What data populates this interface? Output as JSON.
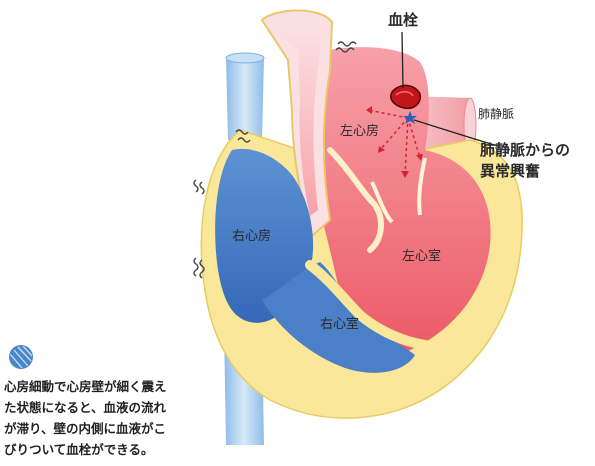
{
  "labels": {
    "thrombus": "血栓",
    "pulmonary_vein": "肺静脈",
    "ectopic_line1": "肺静脈からの",
    "ectopic_line2": "異常興奮",
    "left_atrium": "左心房",
    "left_ventricle": "左心室",
    "right_atrium": "右心房",
    "right_ventricle": "右心室"
  },
  "caption": {
    "lines": [
      "心房細動で心房壁が細く震え",
      "た状態になると、血液の流れ",
      "が滞り、壁の内側に血液がこ",
      "びりついて血栓ができる。"
    ]
  },
  "colors": {
    "left_heart": "#f0717a",
    "right_heart": "#3f78c6",
    "vessel_blue": "#a9cdee",
    "muscle_yellow": "#fbe79a",
    "thrombus": "#c0161c",
    "badge": "#4a86c9"
  },
  "icons": {
    "badge": "hatched-circle-icon",
    "tremor": "tremor-wave-icon",
    "ectopic": "star-icon"
  }
}
